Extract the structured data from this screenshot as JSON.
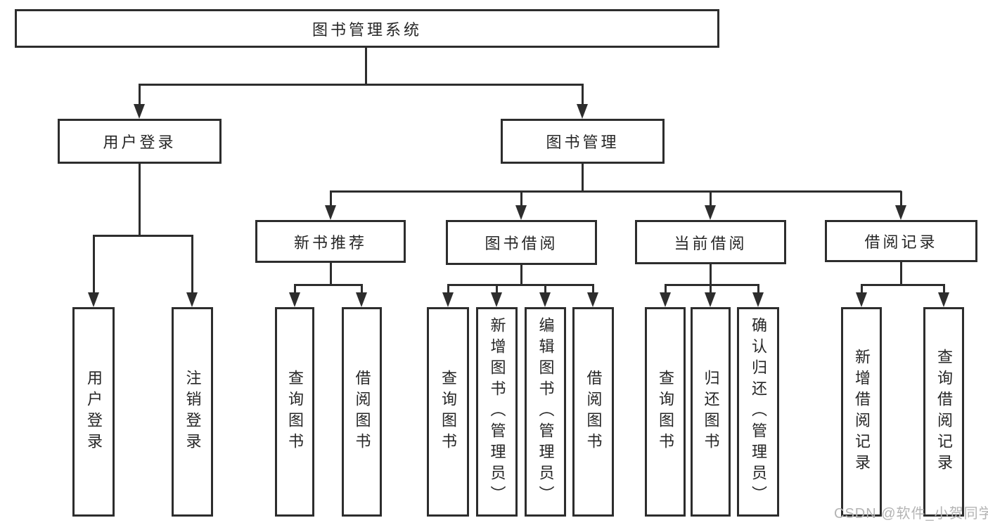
{
  "nodes": {
    "root": "图书管理系统",
    "user_login": "用户登录",
    "book_management": "图书管理",
    "new_book_recommend": "新书推荐",
    "book_borrow": "图书借阅",
    "current_borrow": "当前借阅",
    "borrow_records": "借阅记录",
    "leaf_user_login": "用户登录",
    "leaf_logout_login": "注销登录",
    "leaf_nbr_query_books": "查询图书",
    "leaf_nbr_borrow_books": "借阅图书",
    "leaf_bb_query_books": "查询图书",
    "leaf_bb_add_books_admin": "新增图书（管理员）",
    "leaf_bb_edit_books_admin": "编辑图书（管理员）",
    "leaf_bb_borrow_books": "借阅图书",
    "leaf_cb_query_books": "查询图书",
    "leaf_cb_return_books": "归还图书",
    "leaf_cb_confirm_return_admin": "确认归还（管理员）",
    "leaf_br_add_borrow_record": "新增借阅记录",
    "leaf_br_query_borrow_record": "查询借阅记录"
  },
  "watermark": "CSDN @软件_小贺同学",
  "colors": {
    "line": "#2d2d2d",
    "text": "#262626",
    "watermark": "#b4b4b4",
    "background": "#ffffff"
  }
}
